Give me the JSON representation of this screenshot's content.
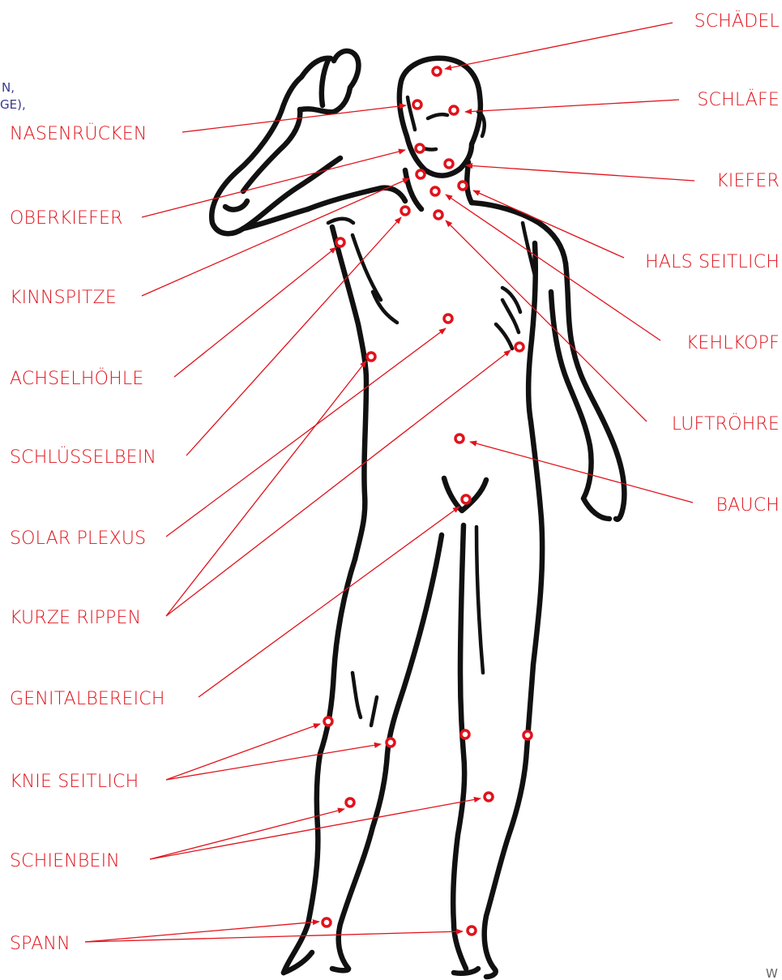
{
  "colors": {
    "accent": "#e1121b",
    "ink": "#111111",
    "fragment": "#3a3a8a"
  },
  "left_fragment": {
    "line1": "N,",
    "line2": "GE),"
  },
  "corner_fragment": "W",
  "labels": {
    "schaedel": "SCHÄDEL",
    "schlaefe": "SCHLÄFE",
    "kiefer": "KIEFER",
    "hals_seitlich": "HALS SEITLICH",
    "kehlkopf": "KEHLKOPF",
    "luftroehre": "LUFTRÖHRE",
    "bauch": "BAUCH",
    "nasenruecken": "NASENRÜCKEN",
    "oberkiefer": "OBERKIEFER",
    "kinnspitze": "KINNSPITZE",
    "achselhoehle": "ACHSELHÖHLE",
    "schluesselbein": "SCHLÜSSELBEIN",
    "solar_plexus": "SOLAR PLEXUS",
    "kurze_rippen": "KURZE RIPPEN",
    "genitalbereich": "GENITALBEREICH",
    "knie_seitlich": "KNIE SEITLICH",
    "schienbein": "SCHIENBEIN",
    "spann": "SPANN"
  }
}
